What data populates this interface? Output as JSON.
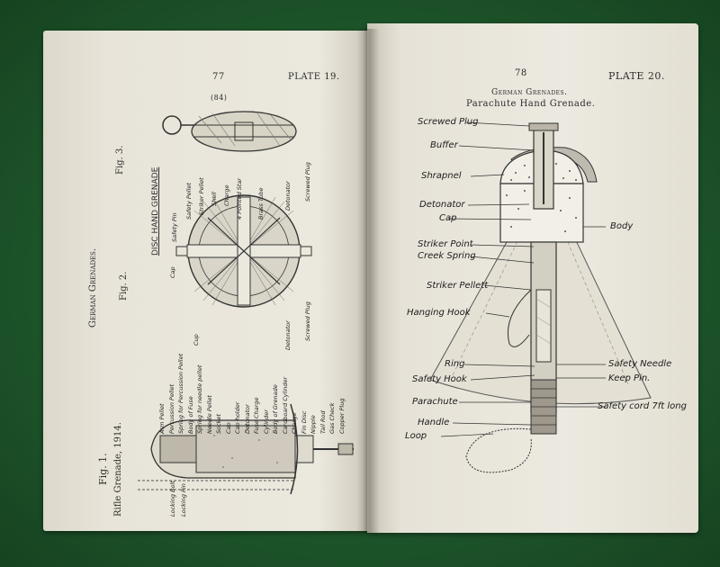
{
  "left_page": {
    "page_number": "77",
    "plate": "PLATE 19.",
    "ref_number": "(84)",
    "section_title": "German Grenades.",
    "fig1": "Fig. 1.",
    "fig1_title": "Rifle Grenade, 1914.",
    "fig2": "Fig. 2.",
    "fig3": "Fig. 3.",
    "disc_title": "DISC HAND GRENADE",
    "disc_labels_top": [
      "Safety Pin",
      "Safety Pellet",
      "Striker Pellet",
      "Shell",
      "Charge",
      "4 Pointed Star",
      "Brass Tube",
      "Detonator",
      "Screwed Plug"
    ],
    "disc_labels_bottom": [
      "Cap",
      "Cup",
      "Detonator",
      "Screwed Plug"
    ],
    "rifle_labels": [
      "Arm Pellet",
      "Percussion Pellet",
      "Spring for Percussion Pellet",
      "Body of Fuse",
      "Spring for needle pellet",
      "Needle Pellet",
      "Socket",
      "Cap",
      "Cap holder",
      "Detonator",
      "Fuse Charge",
      "Cylinder",
      "Body of Grenade",
      "Cardboard Cylinder",
      "Charge",
      "Fin Disc",
      "Nipple",
      "Tail Rod",
      "Gas Check",
      "Copper Plug"
    ],
    "rifle_side_labels": [
      "Locking Bolt",
      "Locking Pin"
    ]
  },
  "right_page": {
    "page_number": "78",
    "plate": "PLATE 20.",
    "section_title": "German Grenades.",
    "subtitle": "Parachute Hand Grenade.",
    "labels_left": [
      "Screwed Plug",
      "Buffer",
      "Shrapnel",
      "Detonator",
      "Cap",
      "Striker Point",
      "Creek Spring",
      "Striker Pellett",
      "Hanging Hook",
      "Ring",
      "Safety Hook",
      "Parachute",
      "Handle",
      "Loop"
    ],
    "labels_right": [
      "Body",
      "Safety Needle",
      "Keep Pin.",
      "Safety cord 7ft long"
    ]
  }
}
